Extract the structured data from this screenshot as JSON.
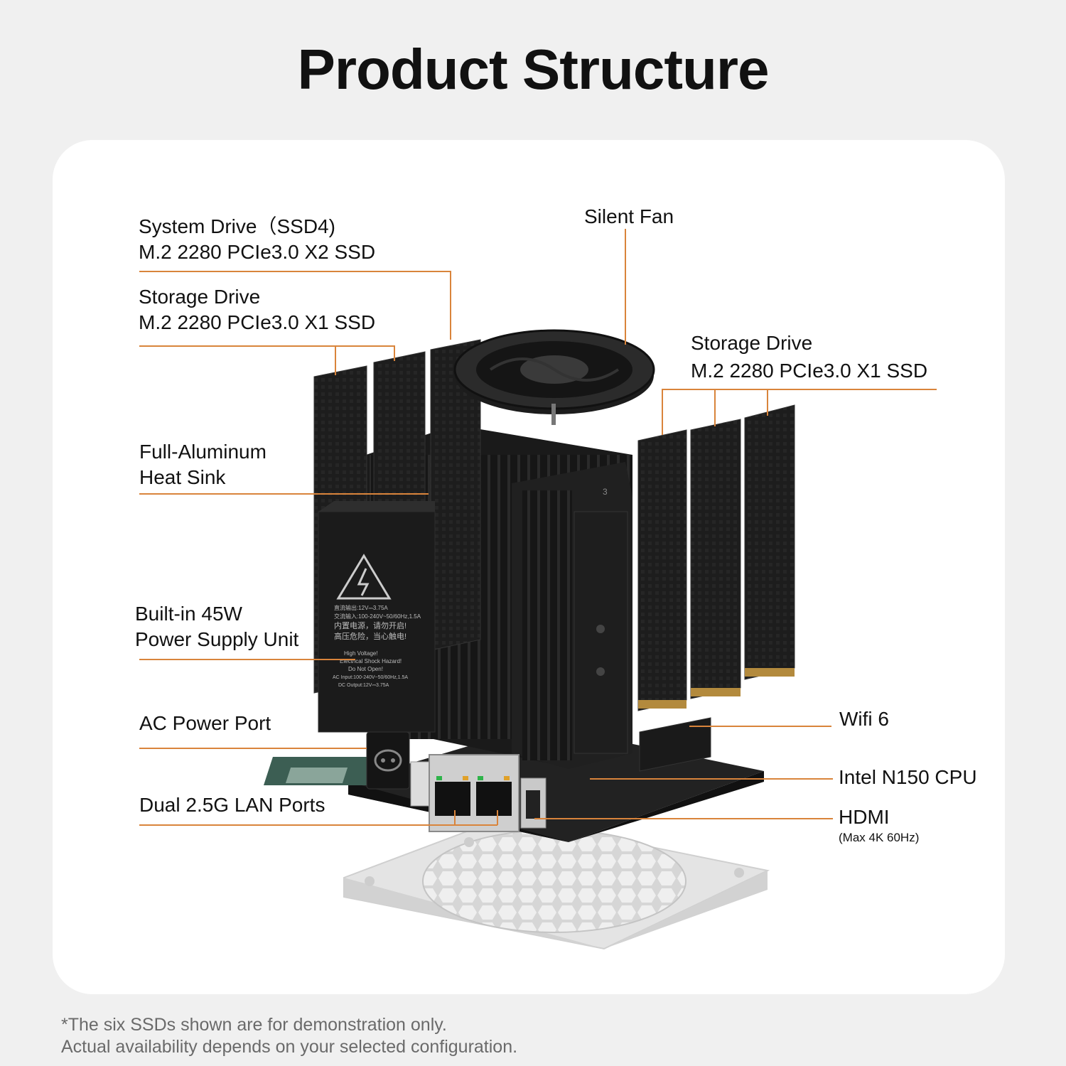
{
  "title": "Product Structure",
  "colors": {
    "background": "#f0f0f0",
    "card": "#ffffff",
    "leader_line": "#d9843b",
    "hardware": "#1a1a1a",
    "base_plate": "#e4e4e4"
  },
  "labels": {
    "system_drive": {
      "line1": "System Drive（SSD4)",
      "line2": "M.2 2280 PCIe3.0 X2 SSD"
    },
    "storage_drive_left": {
      "line1": "Storage Drive",
      "line2": "M.2 2280 PCIe3.0 X1 SSD"
    },
    "silent_fan": {
      "line1": "Silent Fan"
    },
    "storage_drive_right": {
      "line1": "Storage Drive",
      "line2": "M.2 2280 PCIe3.0 X1 SSD"
    },
    "heat_sink": {
      "line1": "Full-Aluminum",
      "line2": "Heat Sink"
    },
    "power_supply": {
      "line1": "Built-in 45W",
      "line2": "Power Supply Unit"
    },
    "ac_port": {
      "line1": "AC Power Port"
    },
    "lan_ports": {
      "line1": "Dual 2.5G LAN Ports"
    },
    "wifi": {
      "line1": "Wifi 6"
    },
    "cpu": {
      "line1": "Intel N150 CPU"
    },
    "hdmi": {
      "line1": "HDMI",
      "line2": "(Max 4K 60Hz)"
    }
  },
  "psu_sticker": {
    "cn_lines": [
      "直流输出:12V⎓3.75A",
      "交流输入:100-240V~50/60Hz,1.5A",
      "内置电源，请勿开启!",
      "高压危险，当心触电!"
    ],
    "en_lines": [
      "High Voltage!",
      "Electrical Shock Hazard!",
      "Do Not Open!",
      "AC Input:100-240V~50/60Hz,1.5A",
      "DC Output:12V⎓3.75A"
    ]
  },
  "heatsink_mark": "3",
  "footnote": {
    "line1": "*The six SSDs shown are for demonstration only.",
    "line2": "Actual availability depends on your selected configuration."
  }
}
